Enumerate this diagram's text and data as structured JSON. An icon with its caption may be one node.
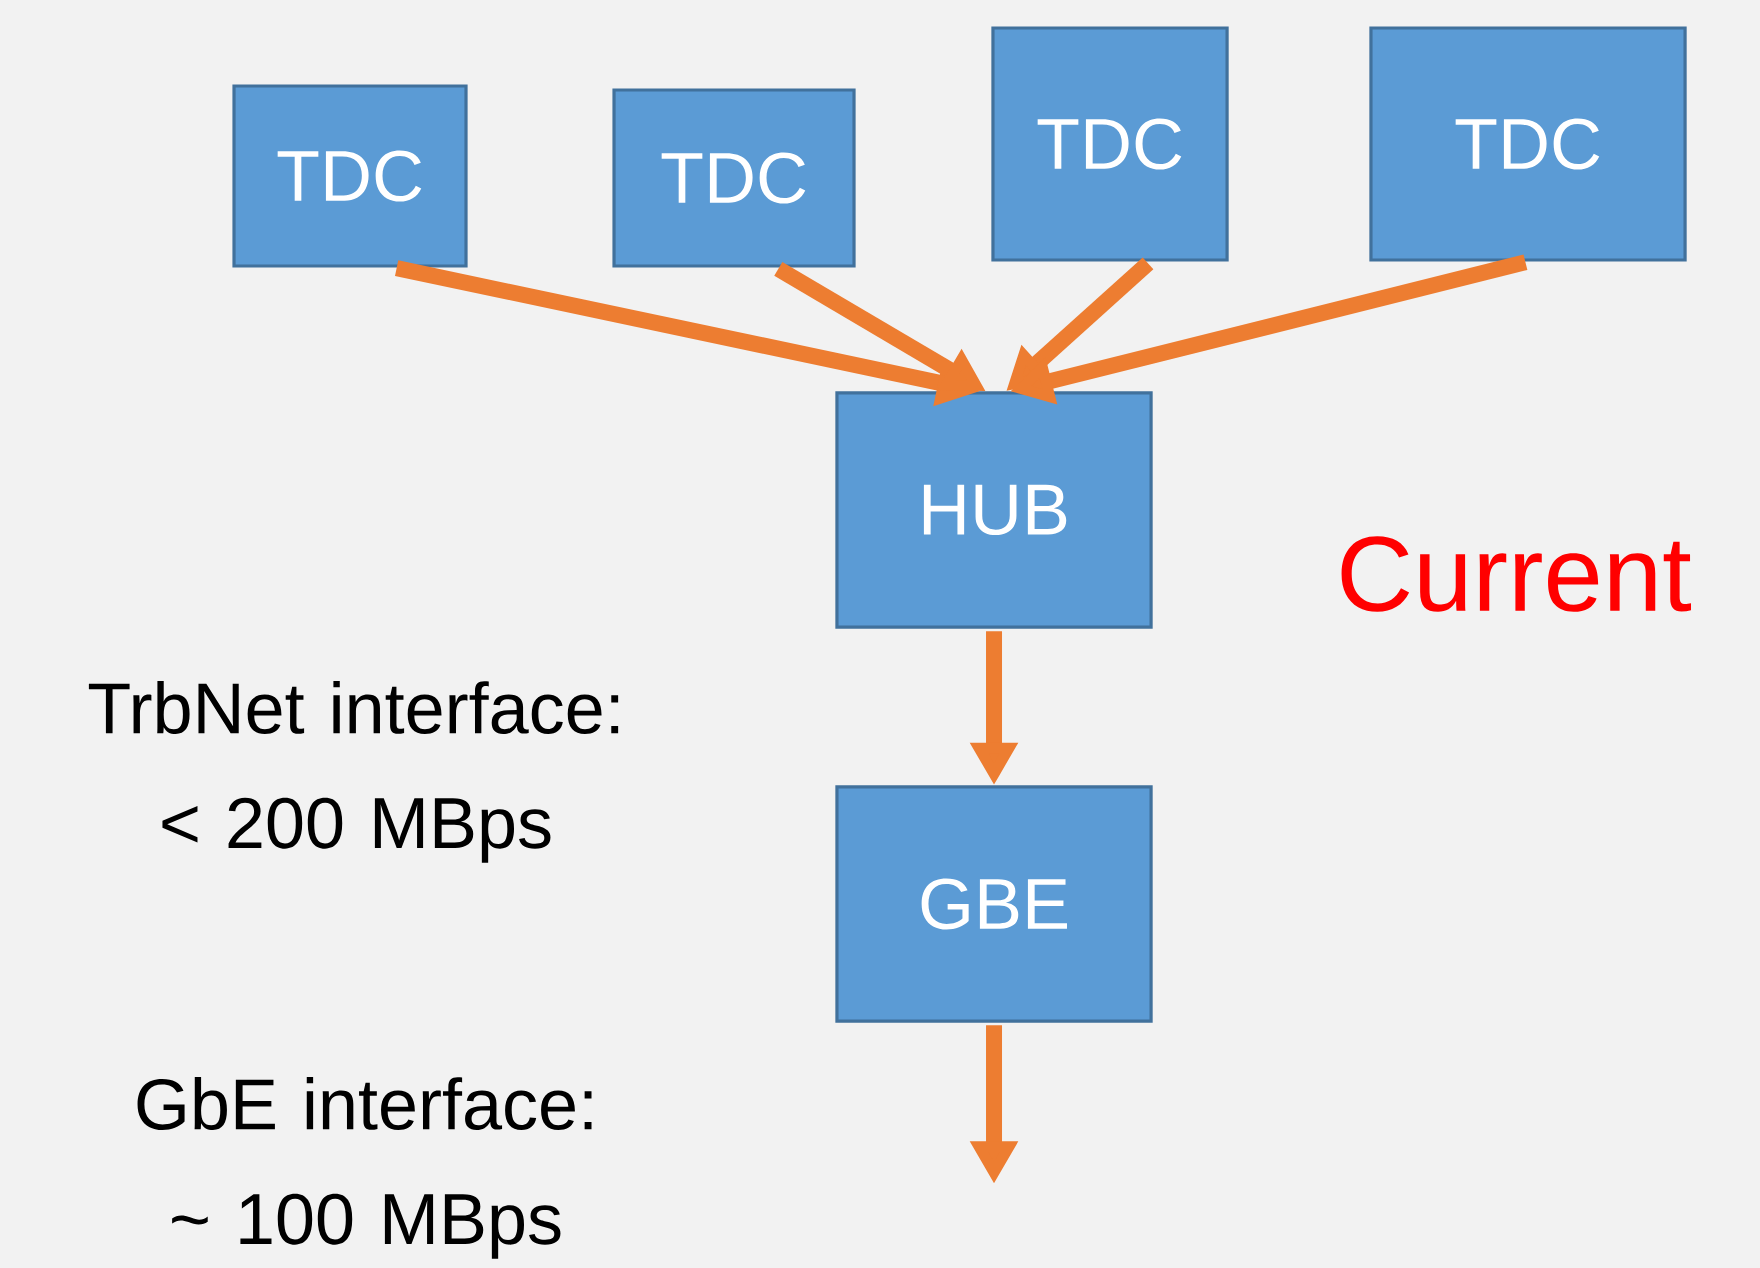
{
  "diagram": {
    "nodes": [
      {
        "text": [
          "TDC"
        ]
      },
      {
        "text": [
          "TDC"
        ]
      },
      {
        "text": [
          "TDC"
        ]
      },
      {
        "text": [
          "TDC"
        ]
      },
      {
        "text": [
          "HUB"
        ]
      },
      {
        "text": [
          "GBE"
        ]
      }
    ],
    "edges": [
      {
        "from": 0,
        "to": 4,
        "arrow": "to"
      },
      {
        "from": 1,
        "to": 4,
        "arrow": "to"
      },
      {
        "from": 2,
        "to": 4,
        "arrow": "to"
      },
      {
        "from": 3,
        "to": 4,
        "arrow": "to"
      },
      {
        "from": 4,
        "to": 5,
        "arrow": "to"
      },
      {
        "from": 5,
        "to": null,
        "arrow": "to"
      }
    ],
    "labels": [
      "Current",
      "TrbNet interface: < 200 MBps",
      "GbE interface: ~ 100 MBps"
    ]
  }
}
